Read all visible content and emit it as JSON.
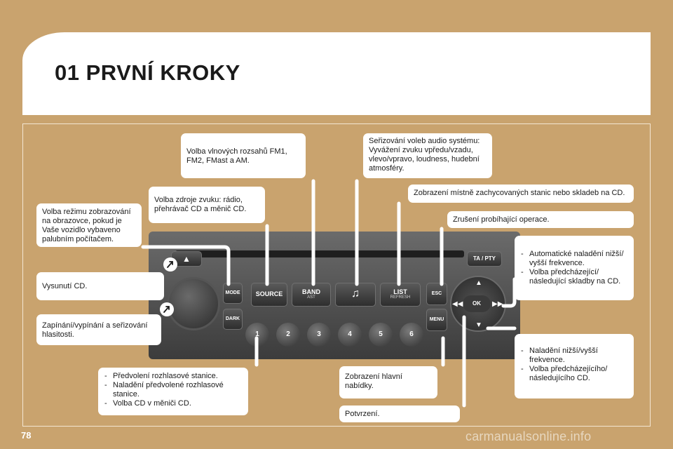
{
  "page": {
    "title": "01 PRVNÍ KROKY",
    "number": "78",
    "watermark": "carmanualsonline.info"
  },
  "callouts": {
    "band": "Volba vlnových rozsahů FM1, FM2, FMast a AM.",
    "audio": "Seřizování voleb audio systému: Vyvážení zvuku vpředu/vzadu, vlevo/vpravo, loudness, hudební atmosféry.",
    "list": "Zobrazení místně zachycovaných stanic nebo skladeb na CD.",
    "source": "Volba zdroje zvuku: rádio, přehrávač CD a měnič CD.",
    "esc": "Zrušení probíhající operace.",
    "mode": "Volba režimu zobrazování na obrazovce, pokud je Vaše vozidlo vybaveno palubním počítačem.",
    "eject": "Vysunutí CD.",
    "power": "Zapínání/vypínání a seřizování hlasitosti.",
    "updown": [
      "Automatické naladění nižší/ vyšší frekvence.",
      "Volba předcházející/ následující skladby na CD."
    ],
    "leftright": [
      "Naladění nižší/vyšší frekvence.",
      "Volba předcházejícího/ následujícího CD."
    ],
    "presets": [
      "Předvolení rozhlasové stanice.",
      "Naladění předvolené rozhlasové stanice.",
      "Volba CD v měniči CD."
    ],
    "menu": "Zobrazení hlavní nabídky.",
    "ok": "Potvrzení."
  },
  "radio": {
    "ta_pty": "TA / PTY",
    "mode": "MODE",
    "dark": "DARK",
    "source": "SOURCE",
    "band": "BAND",
    "band_sub": "AST",
    "list": "LIST",
    "list_sub": "REFRESH",
    "esc": "ESC",
    "menu": "MENU",
    "ok": "OK",
    "presets": [
      "1",
      "2",
      "3",
      "4",
      "5",
      "6"
    ],
    "music_icon": "♫",
    "eject_icon": "▲"
  }
}
